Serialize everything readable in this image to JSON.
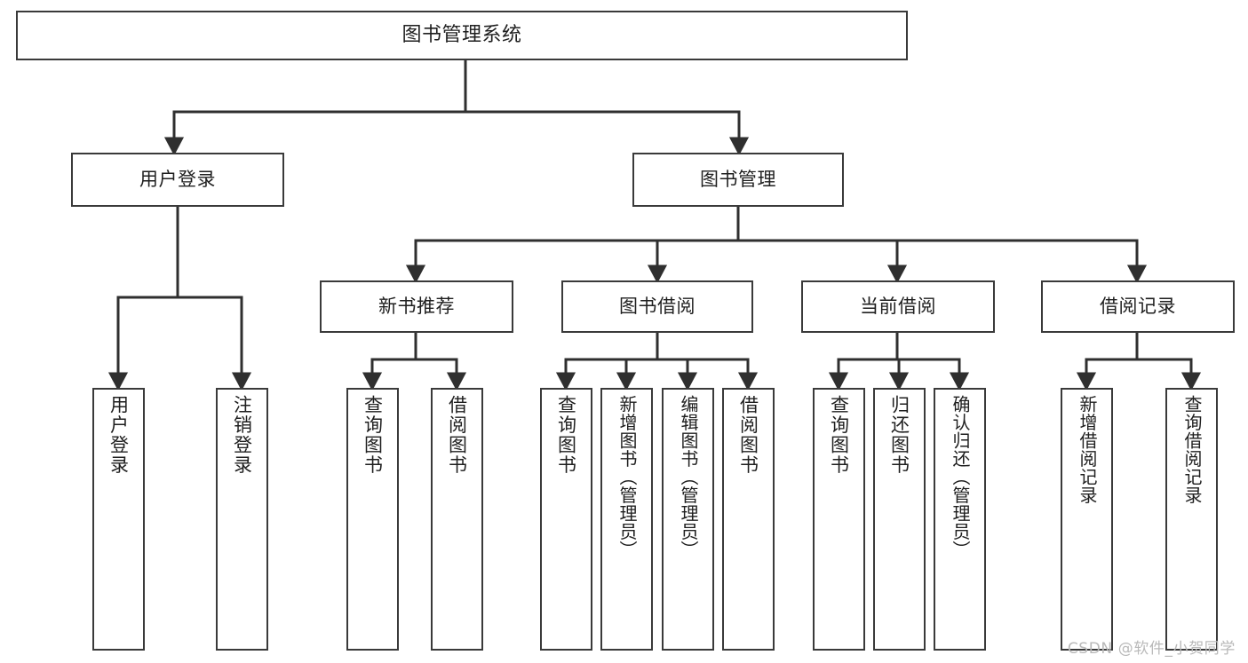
{
  "diagram": {
    "title": "图书管理系统",
    "type": "tree-hierarchy-chart",
    "background_color": "#ffffff",
    "border_color": "#3a3a3a",
    "text_color": "#1f1f1f"
  },
  "root": {
    "label": "图书管理系统"
  },
  "level2": {
    "user_login": {
      "label": "用户登录"
    },
    "book_manage": {
      "label": "图书管理"
    }
  },
  "level3": {
    "new_book": {
      "label": "新书推荐"
    },
    "borrow_book": {
      "label": "图书借阅"
    },
    "current_borrow": {
      "label": "当前借阅"
    },
    "borrow_record": {
      "label": "借阅记录"
    }
  },
  "leaves": {
    "user_login": [
      {
        "label": "用户登录"
      },
      {
        "label": "注销登录"
      }
    ],
    "new_book": [
      {
        "label": "查询图书"
      },
      {
        "label": "借阅图书"
      }
    ],
    "borrow_book": [
      {
        "label": "查询图书"
      },
      {
        "label": "新增图书（管理员）"
      },
      {
        "label": "编辑图书（管理员）"
      },
      {
        "label": "借阅图书"
      }
    ],
    "current_borrow": [
      {
        "label": "查询图书"
      },
      {
        "label": "归还图书"
      },
      {
        "label": "确认归还（管理员）"
      }
    ],
    "borrow_record": [
      {
        "label": "新增借阅记录"
      },
      {
        "label": "查询借阅记录"
      }
    ]
  },
  "watermark": {
    "text": "CSDN @软件_小贺同学"
  }
}
